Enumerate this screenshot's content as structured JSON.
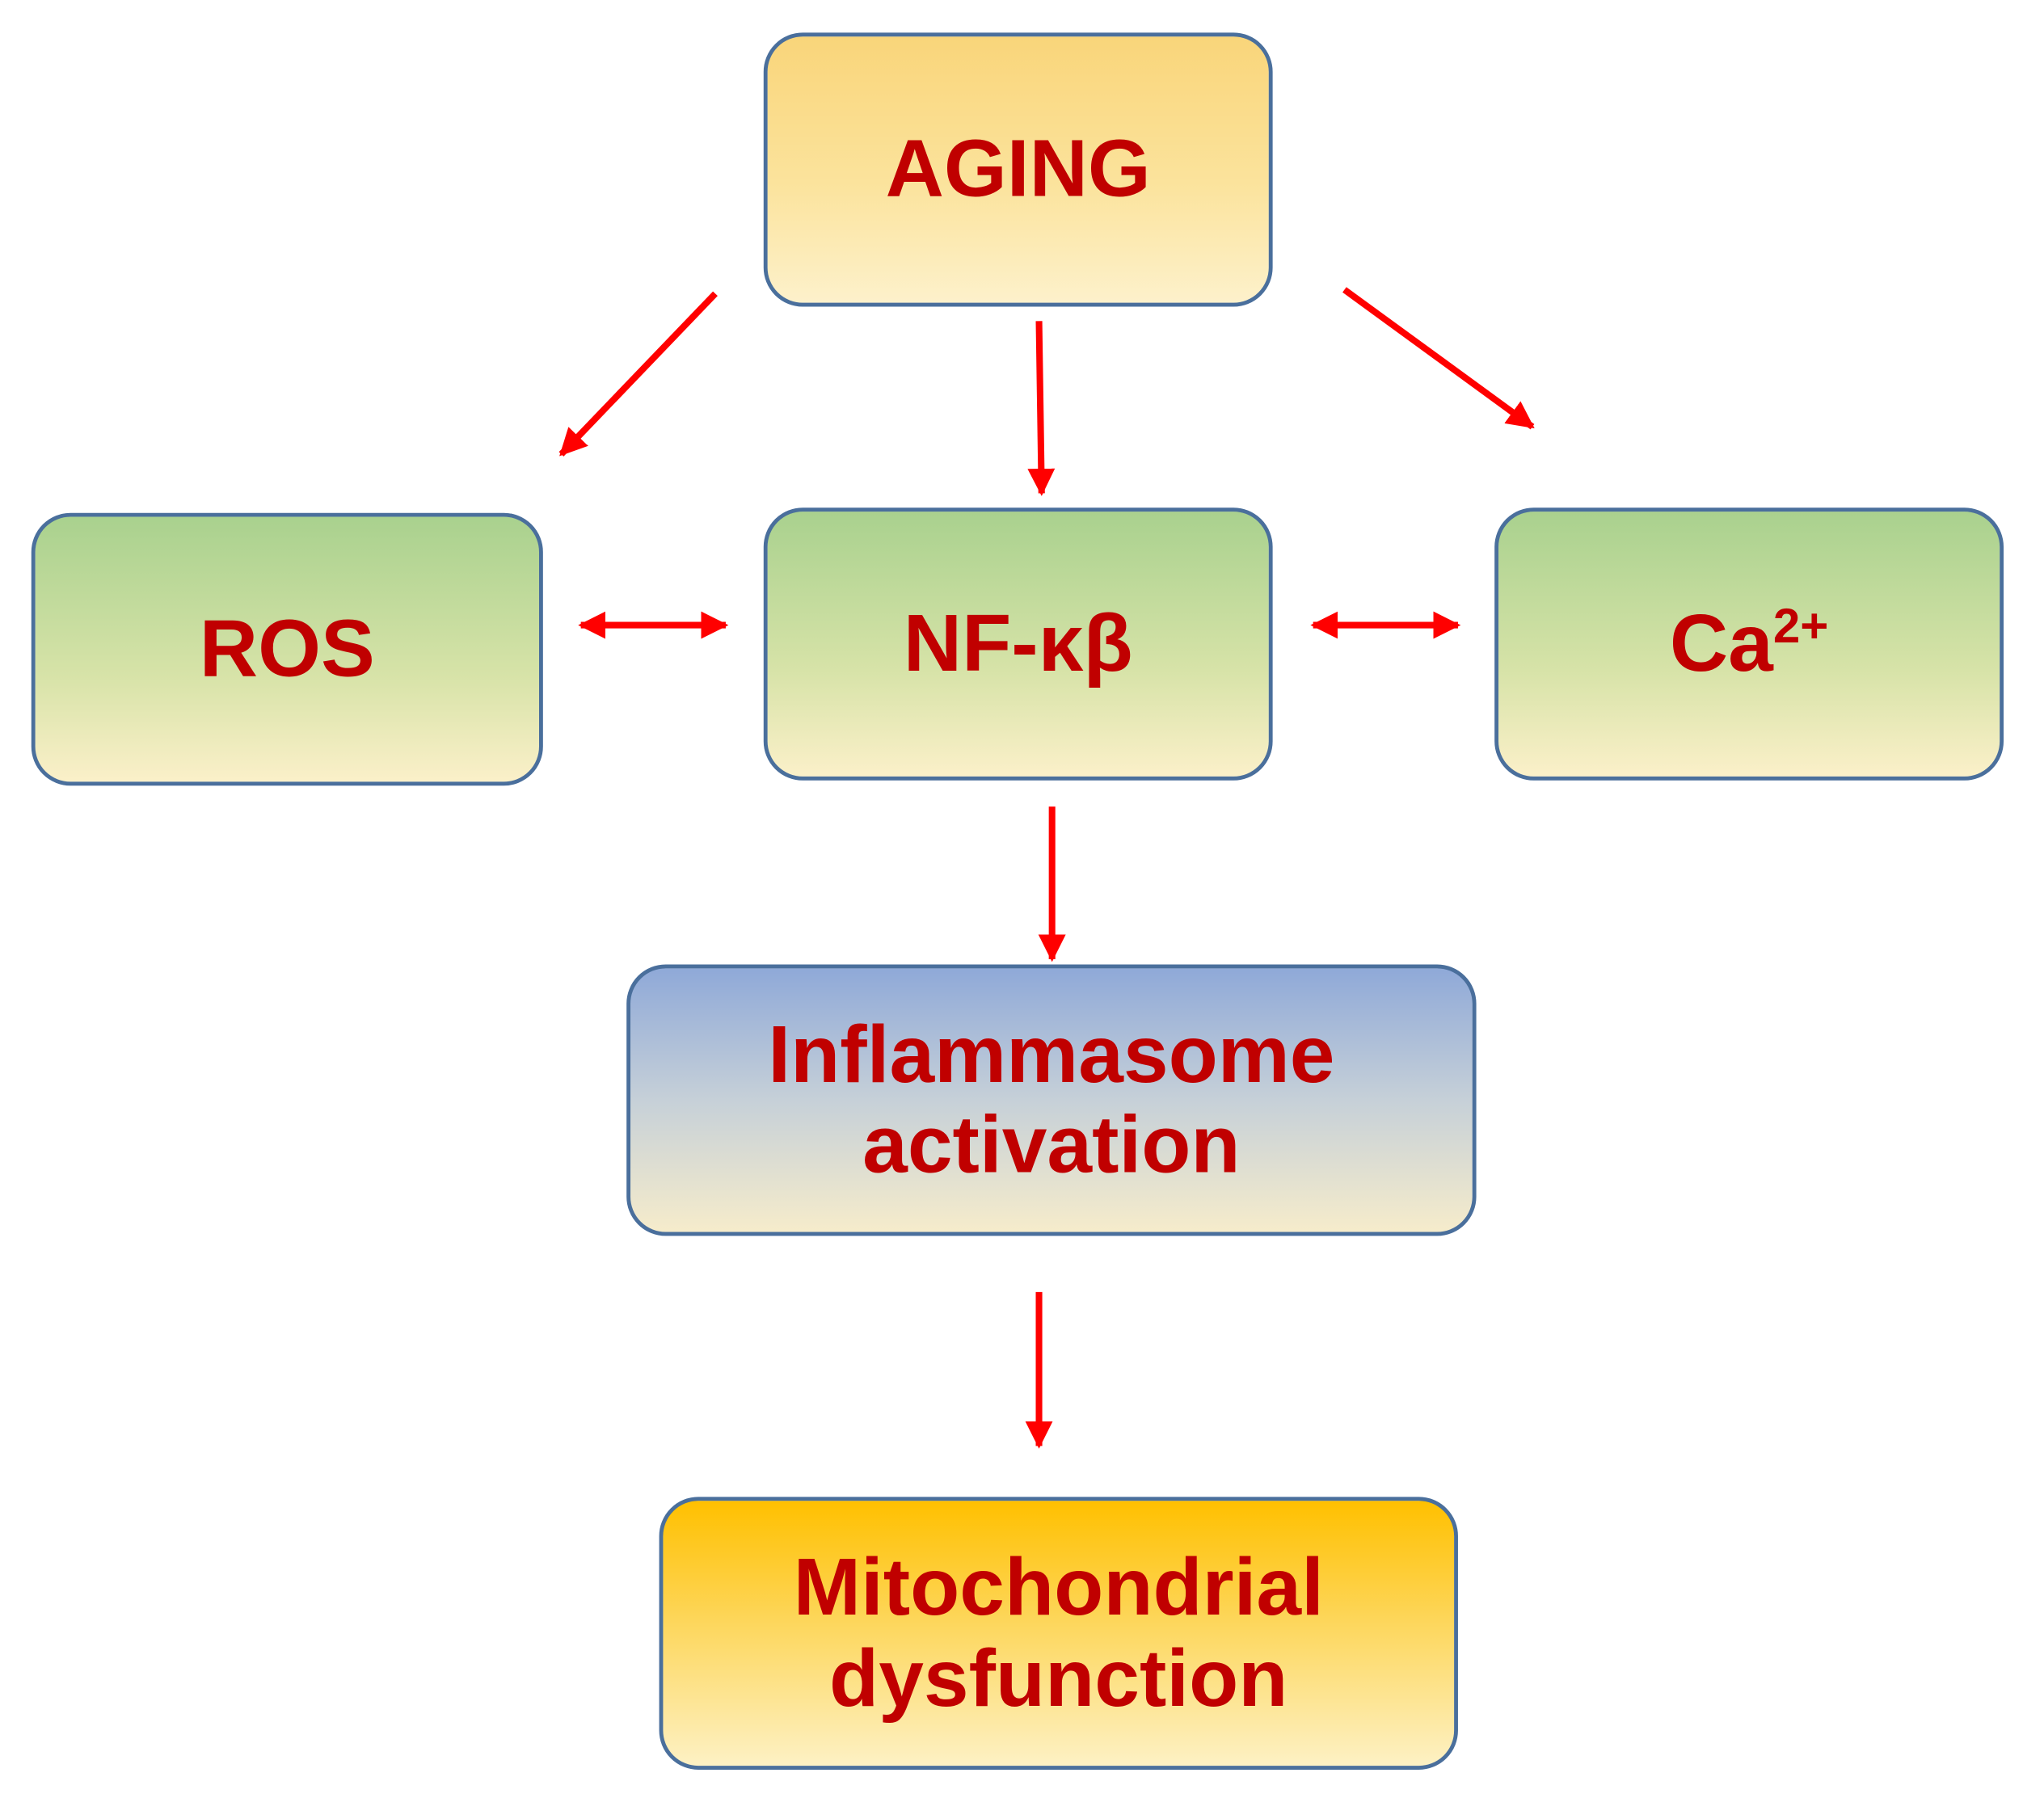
{
  "nodes": {
    "aging": {
      "label": "AGING"
    },
    "ros": {
      "label": "ROS"
    },
    "nfkb": {
      "label": "NF-κβ"
    },
    "calcium": {
      "label": "Ca",
      "superscript": "2+"
    },
    "inflammasome": {
      "line1": "Inflammasome",
      "line2": "activation"
    },
    "mitochondrial": {
      "line1": "Mitochondrial",
      "line2": "dysfunction"
    }
  },
  "arrows": [
    {
      "from": "aging",
      "to": "ros",
      "direction": "single"
    },
    {
      "from": "aging",
      "to": "nfkb",
      "direction": "single"
    },
    {
      "from": "aging",
      "to": "calcium",
      "direction": "single"
    },
    {
      "from": "ros",
      "to": "nfkb",
      "direction": "double"
    },
    {
      "from": "nfkb",
      "to": "calcium",
      "direction": "double"
    },
    {
      "from": "nfkb",
      "to": "inflammasome",
      "direction": "single"
    },
    {
      "from": "inflammasome",
      "to": "mitochondrial",
      "direction": "single"
    }
  ],
  "colors": {
    "text": "#c00000",
    "arrow": "#ff0000",
    "border": "#4a6f9c"
  }
}
